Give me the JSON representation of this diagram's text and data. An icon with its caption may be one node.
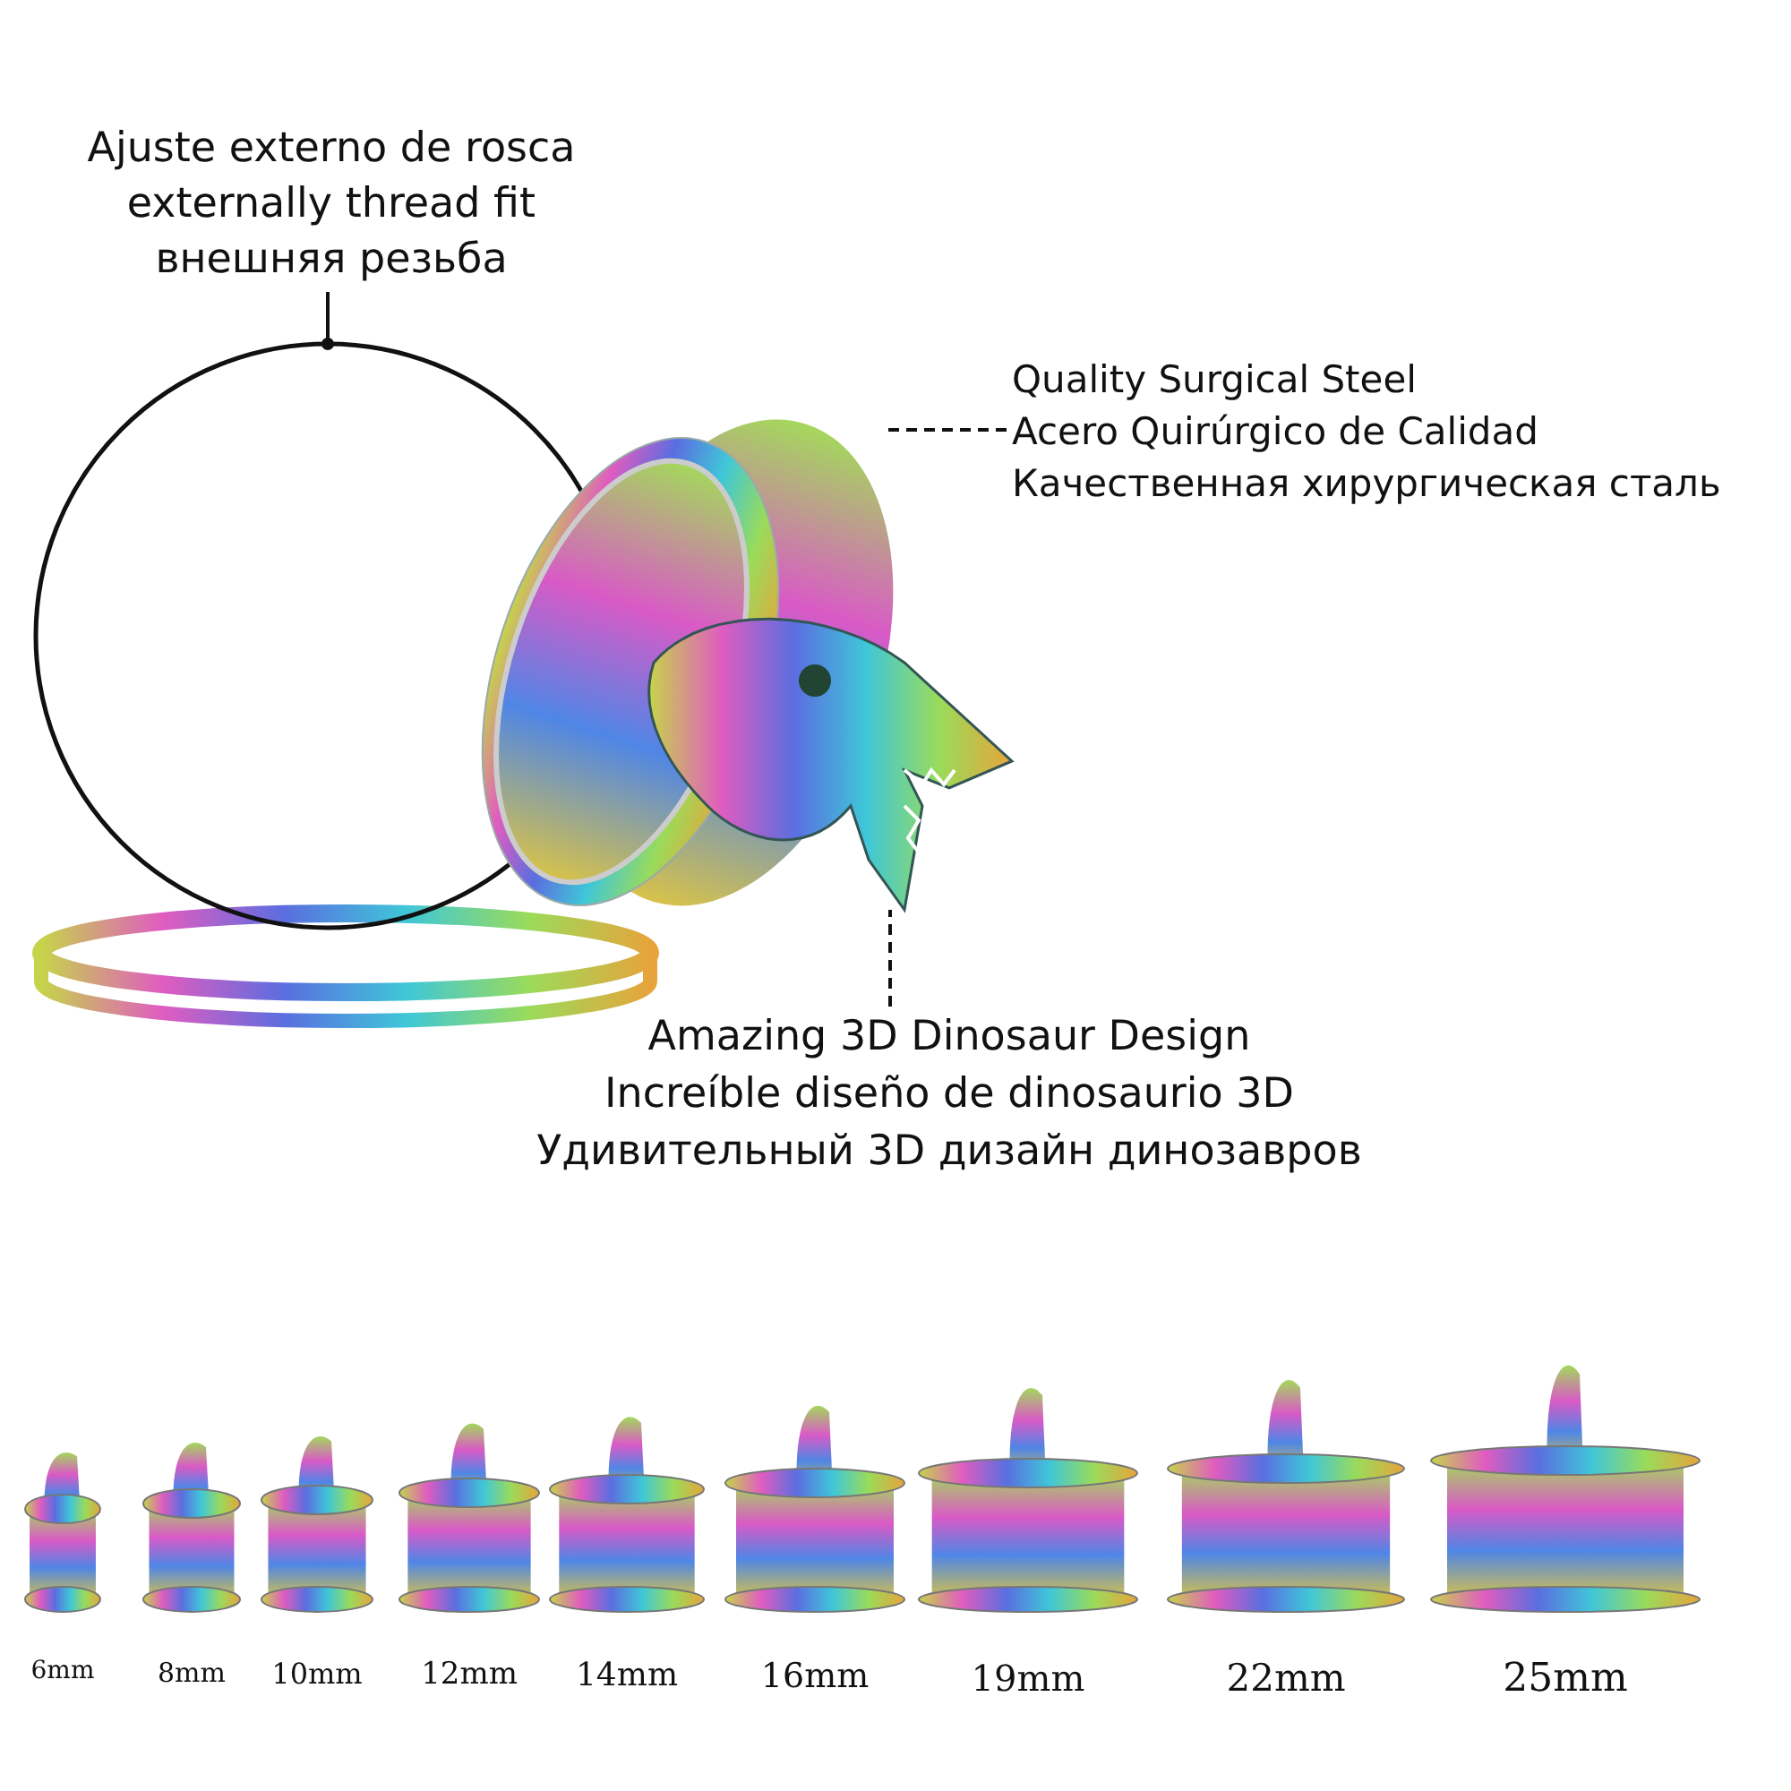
{
  "diagram": {
    "nodes": [
      {
        "text": [
          "Ajuste externo de rosca",
          "externally thread fit",
          "внешняя резьба"
        ]
      },
      {
        "text": [],
        "shape": "circle"
      },
      {
        "text": [
          "Quality Surgical Steel",
          "Acero Quirúrgico de Calidad",
          "Качественная хирургическая сталь"
        ]
      },
      {
        "text": [],
        "shape": "picture"
      },
      {
        "text": [
          "Amazing 3D Dinosaur Design",
          "Increíble diseño de dinosaurio 3D",
          "Удивительный 3D дизайн динозавров"
        ]
      },
      {
        "text": [],
        "shape": "picture"
      }
    ],
    "edges": [
      {
        "from": 0,
        "to": 1,
        "arrow": "other"
      },
      {
        "from": 2,
        "to": 3,
        "arrow": "none",
        "style": "dashed"
      },
      {
        "from": 4,
        "to": 5,
        "arrow": "none",
        "style": "dashed"
      }
    ],
    "labels": [
      "6mm",
      "8mm",
      "10mm",
      "12mm",
      "14mm",
      "16mm",
      "19mm",
      "22mm",
      "25mm"
    ]
  }
}
